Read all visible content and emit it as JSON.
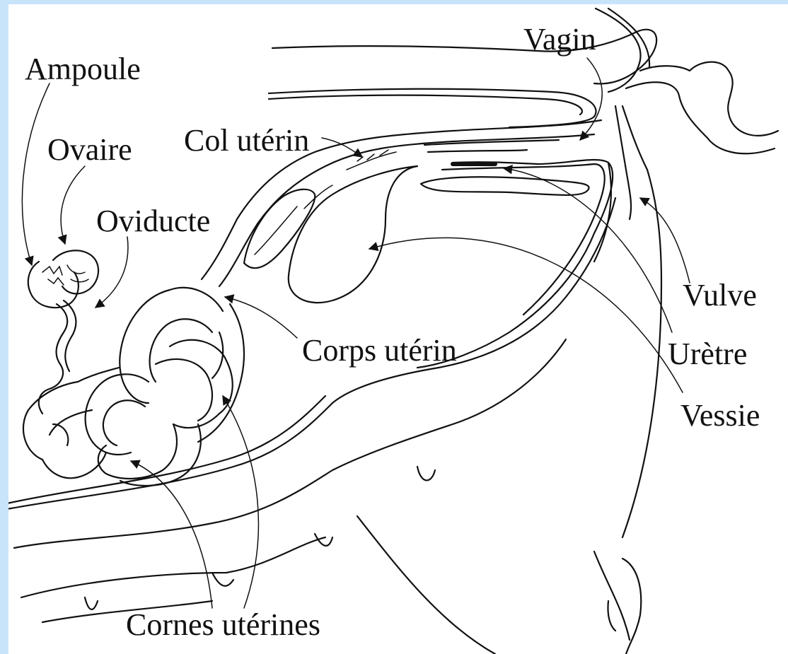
{
  "labels": {
    "ampoule": "Ampoule",
    "ovaire": "Ovaire",
    "oviducte": "Oviducte",
    "col_uterin": "Col utérin",
    "vagin": "Vagin",
    "corps_uterin": "Corps utérin",
    "vulve": "Vulve",
    "uretre": "Urètre",
    "vessie": "Vessie",
    "cornes_uterines": "Cornes utérines"
  },
  "colors": {
    "frame_background": "#c8e4fb",
    "ink": "#111111",
    "paper": "#ffffff"
  }
}
